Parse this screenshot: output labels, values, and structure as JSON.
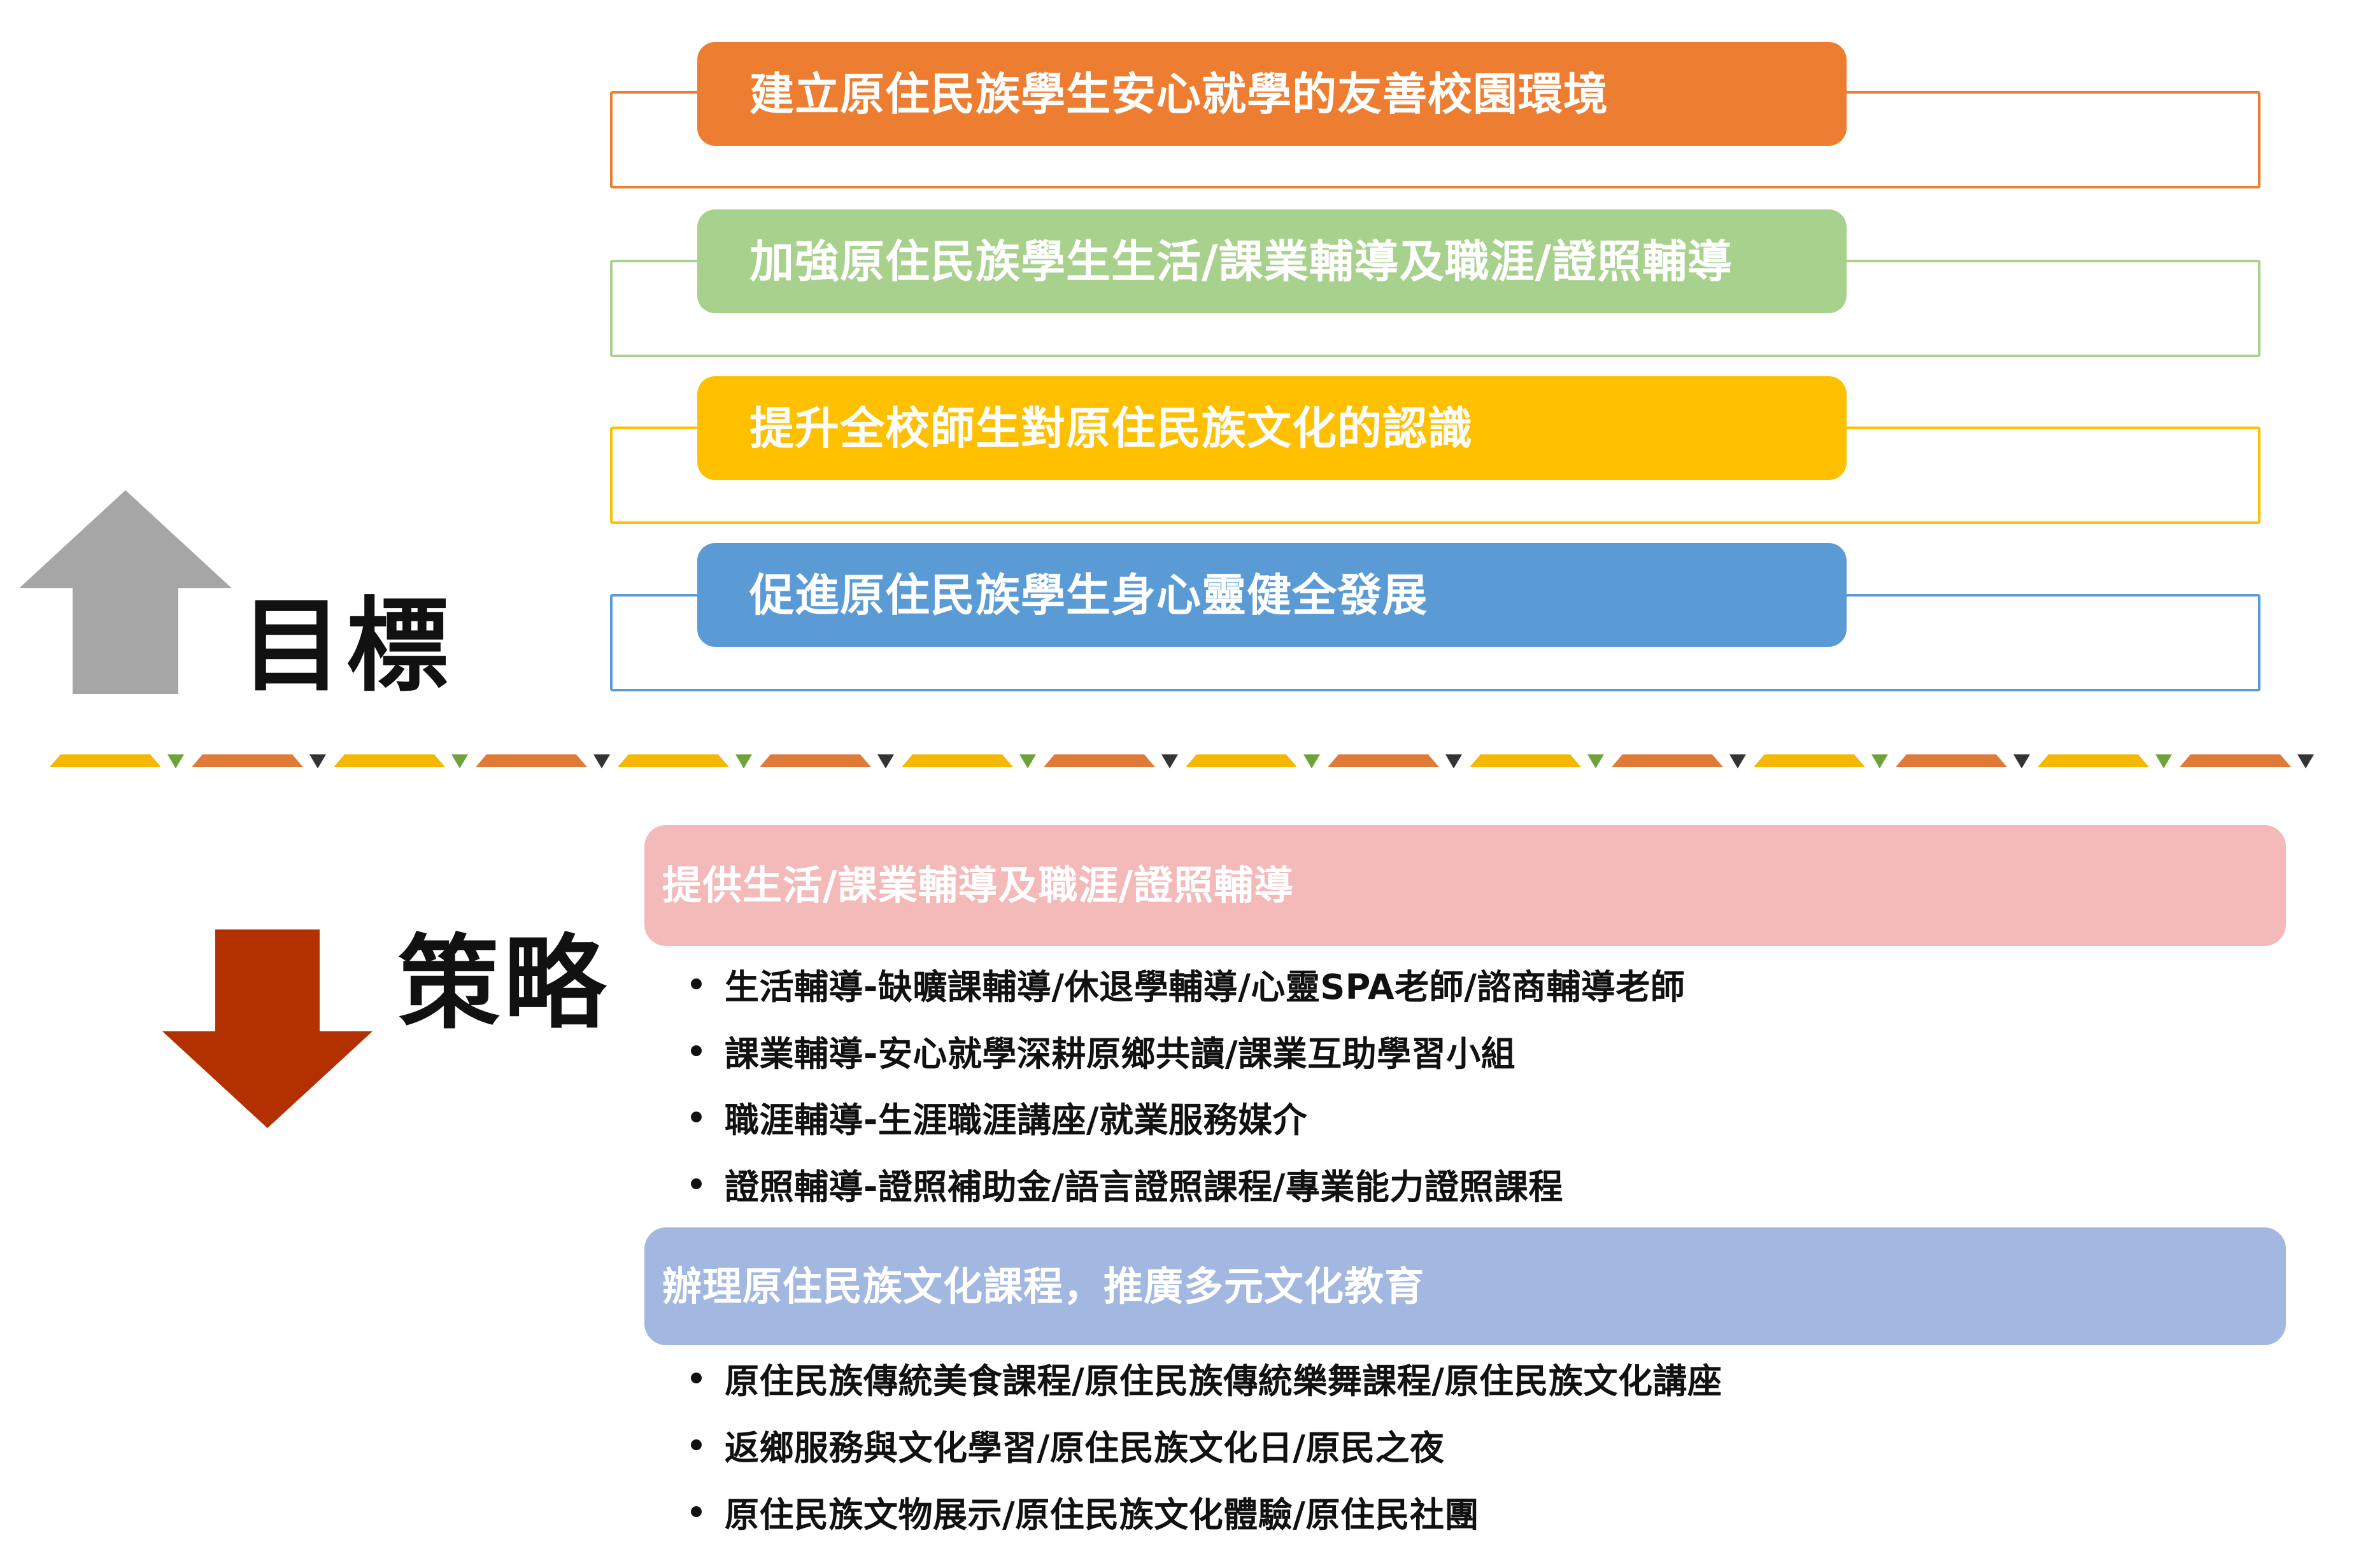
{
  "colors": {
    "orange": "#ED7D31",
    "green": "#A9D18E",
    "yellow": "#FFC000",
    "blue": "#5B9BD5",
    "gray_arrow": "#A6A6A6",
    "red_arrow": "#B33000",
    "pink_header": "#F4B9B9",
    "lavender_header": "#A2B8E0",
    "divider_orange": "#E07A38",
    "divider_yellow": "#F4B800",
    "divider_green": "#6FA33A",
    "divider_dark": "#333333"
  },
  "icons": {
    "up_arrow": "up-arrow-icon",
    "down_arrow": "down-arrow-icon",
    "bullet": "bullet-icon"
  },
  "goals": {
    "label": "目標",
    "items": [
      {
        "text": "建立原住民族學生安心就學的友善校園環境",
        "color": "#ED7D31"
      },
      {
        "text": "加強原住民族學生生活/課業輔導及職涯/證照輔導",
        "color": "#A9D18E"
      },
      {
        "text": "提升全校師生對原住民族文化的認識",
        "color": "#FFC000"
      },
      {
        "text": "促進原住民族學生身心靈健全發展",
        "color": "#5B9BD5"
      }
    ]
  },
  "strategies": {
    "label": "策略",
    "groups": [
      {
        "title": "提供生活/課業輔導及職涯/證照輔導",
        "color": "#F4B9B9",
        "items": [
          "生活輔導-缺曠課輔導/休退學輔導/心靈SPA老師/諮商輔導老師",
          "課業輔導-安心就學深耕原鄉共讀/課業互助學習小組",
          "職涯輔導-生涯職涯講座/就業服務媒介",
          "證照輔導-證照補助金/語言證照課程/專業能力證照課程"
        ]
      },
      {
        "title": "辦理原住民族文化課程，推廣多元文化教育",
        "color": "#A2B8E0",
        "items": [
          "原住民族傳統美食課程/原住民族傳統樂舞課程/原住民族文化講座",
          "返鄉服務與文化學習/原住民族文化日/原民之夜",
          "原住民族文物展示/原住民族文化體驗/原住民社團"
        ]
      }
    ]
  }
}
